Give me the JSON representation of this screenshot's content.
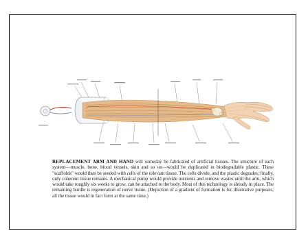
{
  "caption": {
    "lead": "REPLACEMENT ARM AND HAND",
    "body": "will someday be fabricated of artificial tissues. The structure of each system—muscle, bone, blood vessels, skin and so on—would be duplicated in biodegradable plastic. These \"scaffolds\" would then be seeded with cells of the relevant tissue. The cells divide, and the plastic degrades; finally, only coherent tissue remains. A mechanical pump would provide nutrients and remove wastes until the arm, which would take roughly six weeks to grow, can be attached to the body. Most of this technology is already in place. The remaining hurdle is regeneration of nerve tissue. (Depiction of a gradient of formation is for illustrative purposes; all the tissue would in fact form at the same time.)"
  },
  "illustration": {
    "subject": "anatomical-arm-and-hand",
    "palette": {
      "muscle": "#d9a36b",
      "tendon": "#e9c89a",
      "skin": "#f1d3b4",
      "bone": "#f5ecd6",
      "vessel": "#c0392b",
      "line": "#555555",
      "glass": "#9aa3ad"
    }
  }
}
